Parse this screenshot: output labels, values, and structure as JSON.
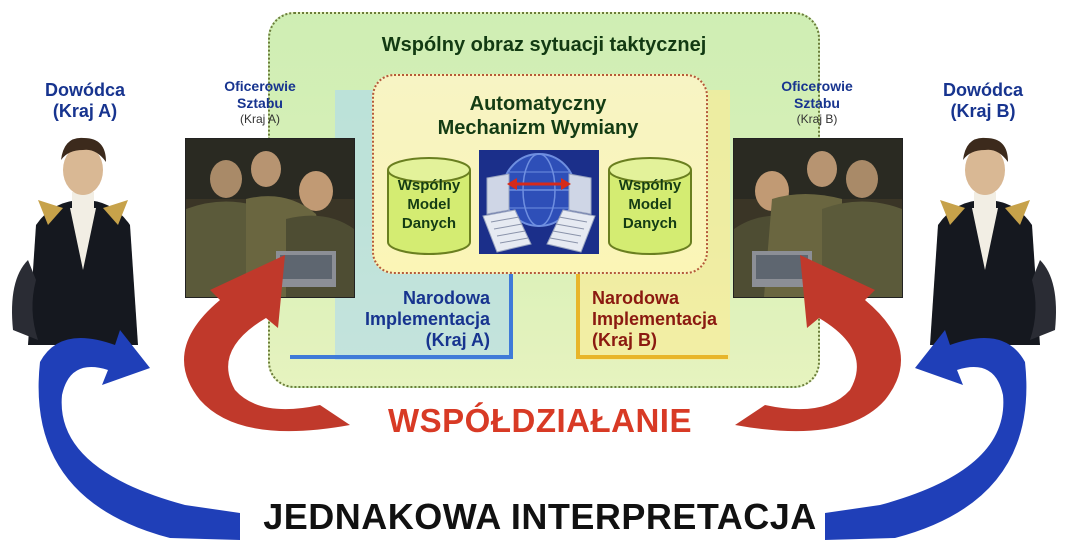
{
  "outer_box": {
    "title": "Wspólny obraz sytuacji taktycznej"
  },
  "inner_box": {
    "title_line1": "Automatyczny",
    "title_line2": "Mechanizm Wymiany"
  },
  "data_model_left": {
    "line1": "Wspólny",
    "line2": "Model",
    "line3": "Danych"
  },
  "data_model_right": {
    "line1": "Wspólny",
    "line2": "Model",
    "line3": "Danych"
  },
  "commander_a": {
    "line1": "Dowódca",
    "line2": "(Kraj  A)"
  },
  "commander_b": {
    "line1": "Dowódca",
    "line2": "(Kraj  B)"
  },
  "staff_a": {
    "line1": "Oficerowie",
    "line2": "Sztabu",
    "country": "(Kraj A)"
  },
  "staff_b": {
    "line1": "Oficerowie",
    "line2": "Sztabu",
    "country": "(Kraj B)"
  },
  "national_a": {
    "line1": "Narodowa",
    "line2": "Implementacja",
    "line3": "(Kraj A)"
  },
  "national_b": {
    "line1": "Narodowa",
    "line2": "Implementacja",
    "line3": "(Kraj B)"
  },
  "cooperation_label": "WSPÓŁDZIAŁANIE",
  "interpretation_label": "JEDNAKOWA INTERPRETACJA",
  "colors": {
    "outer_green": "#d5efb6",
    "inner_yellow": "#f9f5bd",
    "strip_blue": "#aad7f5",
    "strip_yellow": "#faeb96",
    "blue_arrow": "#1f3fb8",
    "red_arrow": "#c0392b",
    "blue_text": "#17348f",
    "red_text": "#d83a25",
    "dark_red_text": "#8b1a10"
  }
}
